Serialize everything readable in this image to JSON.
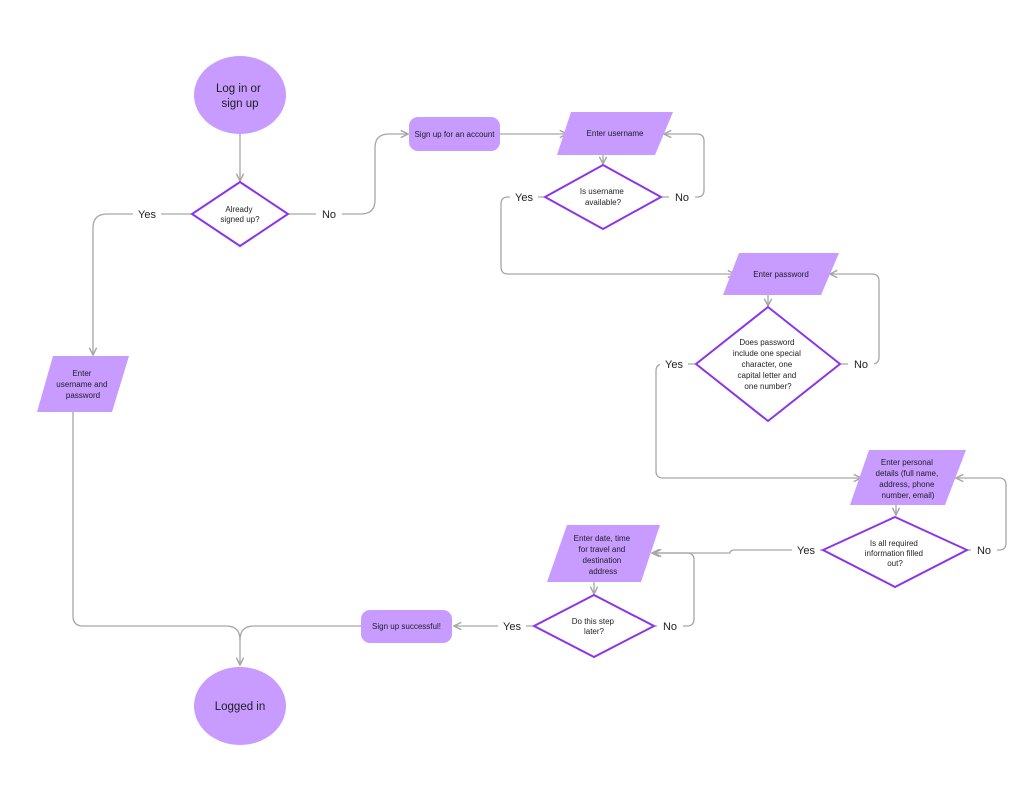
{
  "colors": {
    "node_fill": "#c79bff",
    "decision_stroke": "#8a35ea",
    "connector": "#a6a6a6",
    "text": "#1e1e1e"
  },
  "nodes": {
    "start": [
      "Log in or",
      "sign up"
    ],
    "already_signed_up": [
      "Already",
      "signed up?"
    ],
    "sign_up_account": [
      "Sign up for an account"
    ],
    "enter_username": [
      "Enter username"
    ],
    "username_available": [
      "Is username",
      "available?"
    ],
    "enter_password": [
      "Enter password"
    ],
    "password_check": [
      "Does password",
      "include one special",
      "character, one",
      "capital letter and",
      "one number?"
    ],
    "enter_personal": [
      "Enter personal",
      "details (full name,",
      "address, phone",
      "number, email)"
    ],
    "info_filled": [
      "Is all required",
      "information filled",
      "out?"
    ],
    "enter_travel": [
      "Enter date, time",
      "for travel and",
      "destination",
      "address"
    ],
    "do_later": [
      "Do this step",
      "later?"
    ],
    "signup_success": [
      "Sign up successful!"
    ],
    "enter_credentials": [
      "Enter",
      "username and",
      "password"
    ],
    "logged_in": [
      "Logged in"
    ]
  },
  "edge_labels": {
    "yes": "Yes",
    "no": "No"
  }
}
